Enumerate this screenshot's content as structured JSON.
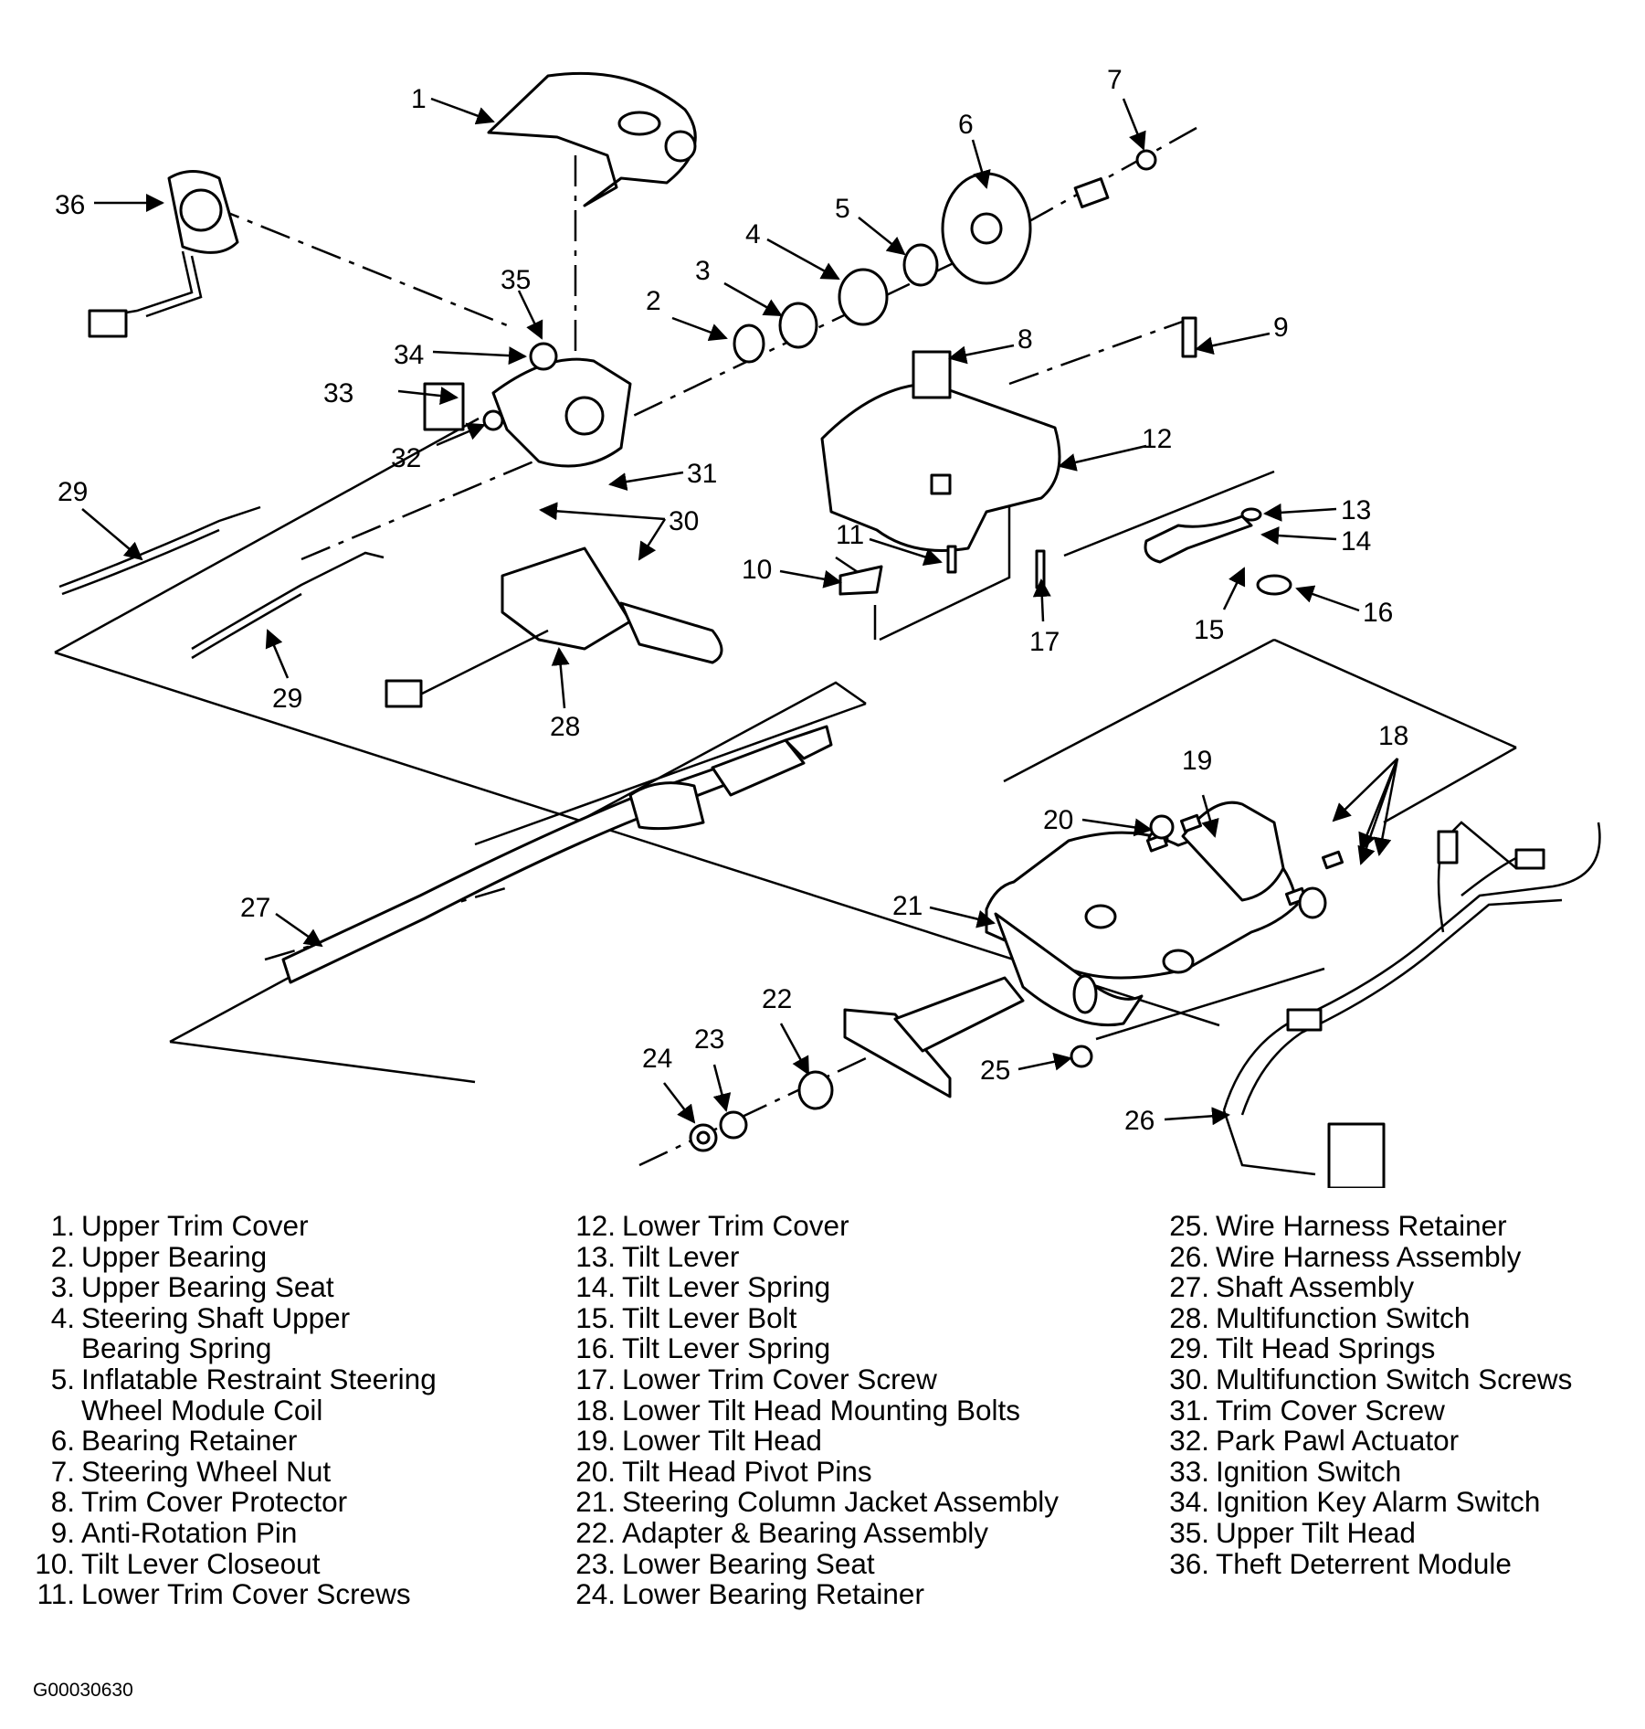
{
  "callouts": [
    "1",
    "2",
    "3",
    "4",
    "5",
    "6",
    "7",
    "8",
    "9",
    "10",
    "11",
    "12",
    "13",
    "14",
    "15",
    "16",
    "17",
    "18",
    "19",
    "20",
    "21",
    "22",
    "23",
    "24",
    "25",
    "26",
    "27",
    "28",
    "29",
    "29",
    "30",
    "31",
    "32",
    "33",
    "34",
    "35",
    "36"
  ],
  "legend": {
    "col1": [
      {
        "num": "1.",
        "text": "Upper Trim Cover"
      },
      {
        "num": "2.",
        "text": "Upper Bearing"
      },
      {
        "num": "3.",
        "text": "Upper Bearing Seat"
      },
      {
        "num": "4.",
        "text": "Steering Shaft Upper"
      },
      {
        "num": "",
        "text": "Bearing Spring"
      },
      {
        "num": "5.",
        "text": "Inflatable Restraint Steering"
      },
      {
        "num": "",
        "text": "Wheel Module Coil"
      },
      {
        "num": "6.",
        "text": "Bearing Retainer"
      },
      {
        "num": "7.",
        "text": "Steering Wheel Nut"
      },
      {
        "num": "8.",
        "text": "Trim Cover Protector"
      },
      {
        "num": "9.",
        "text": "Anti-Rotation Pin"
      },
      {
        "num": "10.",
        "text": "Tilt Lever Closeout"
      },
      {
        "num": "11.",
        "text": "Lower Trim Cover Screws"
      }
    ],
    "col2": [
      {
        "num": "12.",
        "text": "Lower Trim Cover"
      },
      {
        "num": "13.",
        "text": "Tilt Lever"
      },
      {
        "num": "14.",
        "text": "Tilt Lever Spring"
      },
      {
        "num": "15.",
        "text": "Tilt Lever Bolt"
      },
      {
        "num": "16.",
        "text": "Tilt Lever Spring"
      },
      {
        "num": "17.",
        "text": "Lower Trim Cover Screw"
      },
      {
        "num": "18.",
        "text": "Lower Tilt Head Mounting Bolts"
      },
      {
        "num": "19.",
        "text": "Lower Tilt Head"
      },
      {
        "num": "20.",
        "text": "Tilt Head Pivot Pins"
      },
      {
        "num": "21.",
        "text": "Steering Column Jacket Assembly"
      },
      {
        "num": "22.",
        "text": "Adapter & Bearing Assembly"
      },
      {
        "num": "23.",
        "text": "Lower Bearing Seat"
      },
      {
        "num": "24.",
        "text": "Lower Bearing Retainer"
      }
    ],
    "col3": [
      {
        "num": "25.",
        "text": "Wire Harness Retainer"
      },
      {
        "num": "26.",
        "text": "Wire Harness Assembly"
      },
      {
        "num": "27.",
        "text": "Shaft Assembly"
      },
      {
        "num": "28.",
        "text": "Multifunction Switch"
      },
      {
        "num": "29.",
        "text": "Tilt Head Springs"
      },
      {
        "num": "30.",
        "text": "Multifunction Switch Screws"
      },
      {
        "num": "31.",
        "text": "Trim Cover Screw"
      },
      {
        "num": "32.",
        "text": "Park Pawl Actuator"
      },
      {
        "num": "33.",
        "text": "Ignition Switch"
      },
      {
        "num": "34.",
        "text": "Ignition Key Alarm Switch"
      },
      {
        "num": "35.",
        "text": "Upper Tilt Head"
      },
      {
        "num": "36.",
        "text": "Theft Deterrent Module"
      }
    ]
  },
  "figure_id": "G00030630"
}
